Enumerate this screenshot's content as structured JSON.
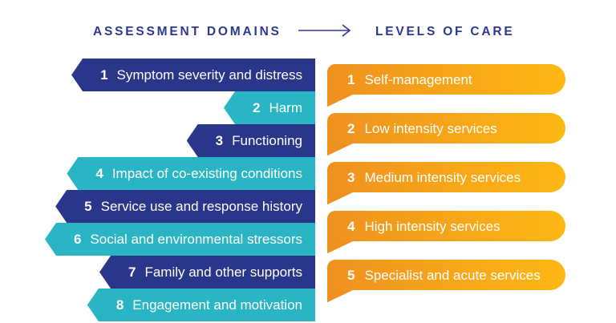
{
  "header": {
    "left_title": "ASSESSMENT DOMAINS",
    "right_title": "LEVELS OF CARE",
    "arrow_icon": "long-right-arrow"
  },
  "colors": {
    "navy": "#2A3689",
    "teal": "#29B5C3",
    "orange_start": "#F0911F",
    "orange_end": "#FDB813",
    "heading": "#2B3990",
    "item_text": "#FFFFFF"
  },
  "assessment_domains": [
    {
      "num": "1",
      "label": "Symptom severity and distress",
      "color": "navy"
    },
    {
      "num": "2",
      "label": "Harm",
      "color": "teal"
    },
    {
      "num": "3",
      "label": "Functioning",
      "color": "navy"
    },
    {
      "num": "4",
      "label": "Impact of co-existing conditions",
      "color": "teal"
    },
    {
      "num": "5",
      "label": "Service use and response history",
      "color": "navy"
    },
    {
      "num": "6",
      "label": "Social and environmental stressors",
      "color": "teal"
    },
    {
      "num": "7",
      "label": "Family and other supports",
      "color": "navy"
    },
    {
      "num": "8",
      "label": "Engagement and motivation",
      "color": "teal"
    }
  ],
  "levels_of_care": [
    {
      "num": "1",
      "label": "Self-management"
    },
    {
      "num": "2",
      "label": "Low intensity services"
    },
    {
      "num": "3",
      "label": "Medium intensity services"
    },
    {
      "num": "4",
      "label": "High intensity services"
    },
    {
      "num": "5",
      "label": "Specialist and acute services"
    }
  ]
}
